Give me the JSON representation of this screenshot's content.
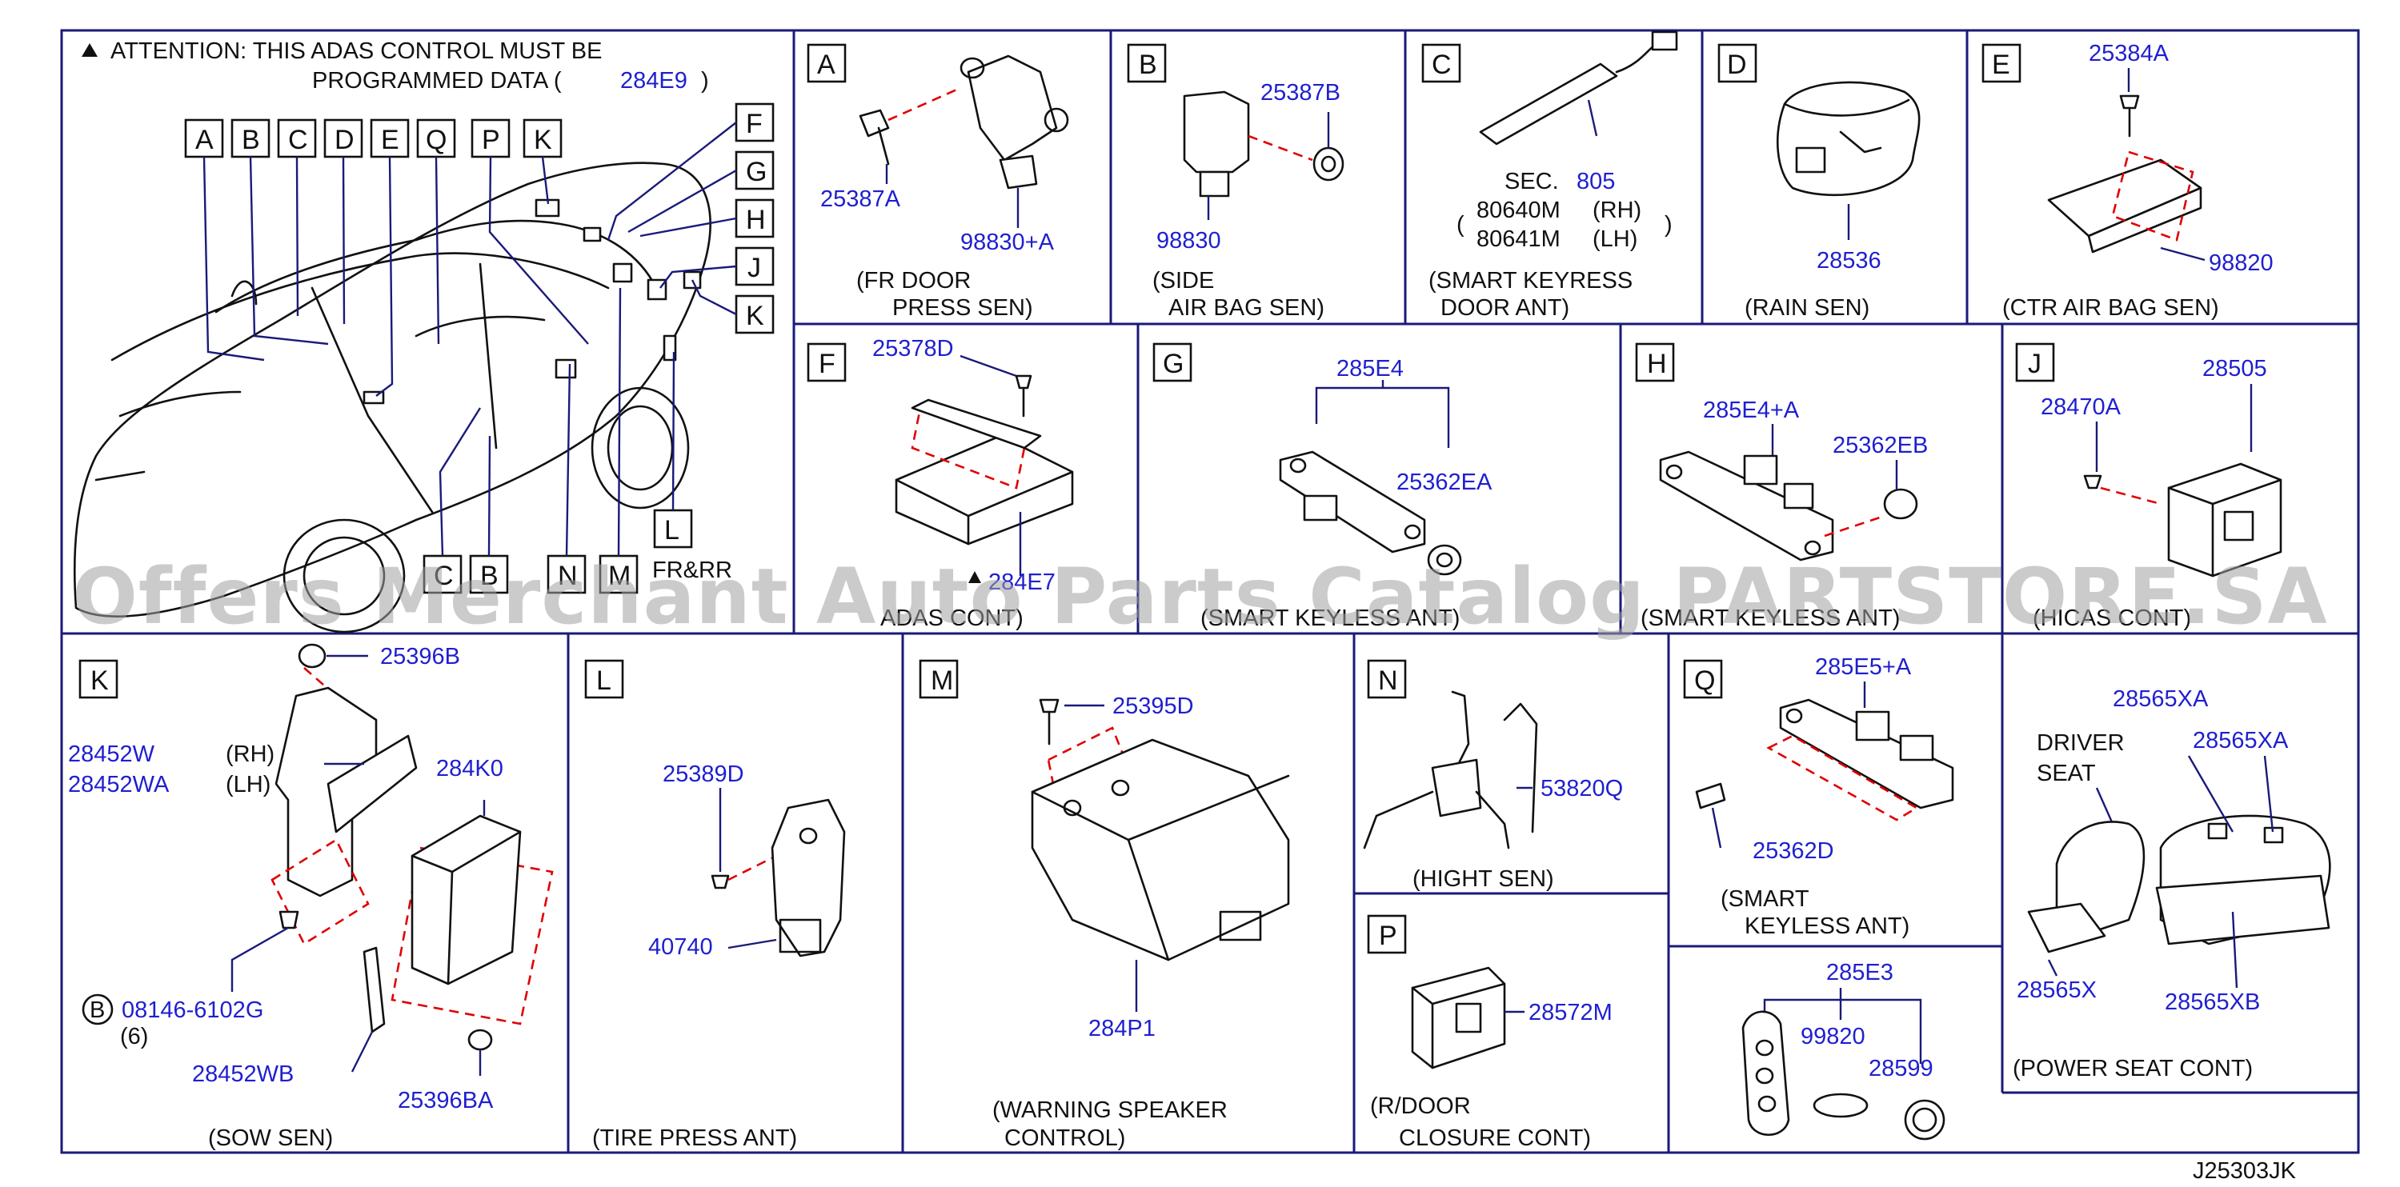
{
  "attention": {
    "line1": "ATTENTION:  THIS  ADAS  CONTROL  MUST  BE",
    "line2": "PROGRAMMED  DATA  (",
    "code": "284E9",
    "close": ")"
  },
  "overview": {
    "top_letters": [
      "A",
      "B",
      "C",
      "D",
      "E",
      "Q",
      "P",
      "K"
    ],
    "right_letters": [
      "F",
      "G",
      "H",
      "J",
      "K"
    ],
    "bottom_letters": [
      "C",
      "B",
      "N",
      "M",
      "L"
    ],
    "frrr": "FR&RR"
  },
  "panels": {
    "A": {
      "letter": "A",
      "parts": [
        "25387A",
        "98830+A"
      ],
      "caption": [
        "(FR  DOOR",
        "PRESS  SEN)"
      ]
    },
    "B": {
      "letter": "B",
      "parts": [
        "25387B",
        "98830"
      ],
      "caption": [
        "(SIDE",
        "AIR  BAG  SEN)"
      ]
    },
    "C": {
      "letter": "C",
      "sec": "SEC.",
      "sec_num": "805",
      "lines": [
        "80640M",
        "80641M"
      ],
      "sides": [
        "(RH)",
        "(LH)"
      ],
      "caption": [
        "(SMART  KEYRESS",
        "DOOR  ANT)"
      ]
    },
    "D": {
      "letter": "D",
      "parts": [
        "28536"
      ],
      "caption": [
        "(RAIN  SEN)"
      ]
    },
    "E": {
      "letter": "E",
      "parts": [
        "25384A",
        "98820"
      ],
      "caption": [
        "(CTR  AIR  BAG  SEN)"
      ]
    },
    "F": {
      "letter": "F",
      "parts": [
        "25378D",
        "284E7"
      ],
      "caption": [
        "ADAS  CONT)"
      ]
    },
    "G": {
      "letter": "G",
      "parts": [
        "285E4",
        "25362EA"
      ],
      "caption": [
        "(SMART  KEYLESS  ANT)"
      ]
    },
    "H": {
      "letter": "H",
      "parts": [
        "285E4+A",
        "25362EB"
      ],
      "caption": [
        "(SMART  KEYLESS  ANT)"
      ]
    },
    "J": {
      "letter": "J",
      "parts": [
        "28470A",
        "28505"
      ],
      "caption": [
        "(HICAS  CONT)"
      ]
    },
    "K": {
      "letter": "K",
      "parts": [
        "25396B",
        "28452W",
        "28452WA",
        "284K0",
        "08146-6102G",
        "28452WB",
        "25396BA"
      ],
      "sides": [
        "(RH)",
        "(LH)"
      ],
      "qty": "(6)",
      "bolt": "B",
      "caption": [
        "(SOW  SEN)"
      ]
    },
    "L": {
      "letter": "L",
      "parts": [
        "25389D",
        "40740"
      ],
      "caption": [
        "(TIRE  PRESS  ANT)"
      ]
    },
    "M": {
      "letter": "M",
      "parts": [
        "25395D",
        "284P1"
      ],
      "caption": [
        "(WARNING  SPEAKER",
        "CONTROL)"
      ]
    },
    "N": {
      "letter": "N",
      "parts": [
        "53820Q"
      ],
      "caption": [
        "(HIGHT  SEN)"
      ]
    },
    "P": {
      "letter": "P",
      "parts": [
        "28572M"
      ],
      "caption": [
        "(R/DOOR",
        "CLOSURE  CONT)"
      ]
    },
    "Q": {
      "letter": "Q",
      "parts": [
        "285E5+A",
        "25362D"
      ],
      "caption": [
        "(SMART",
        "KEYLESS  ANT)"
      ]
    },
    "KEY": {
      "parts": [
        "285E3",
        "99820",
        "28599"
      ]
    },
    "SEAT": {
      "parts": [
        "28565XA",
        "28565XA",
        "28565X",
        "28565XB"
      ],
      "driver": [
        "DRIVER",
        "SEAT"
      ],
      "caption": [
        "(POWER  SEAT  CONT)"
      ]
    }
  },
  "footer_code": "J25303JK",
  "watermark": "Offers Merchant Auto Parts Catalog PARTSTORE.SA",
  "colors": {
    "line": "#1a1a7a",
    "part": "#1f1fd0",
    "text": "#111111",
    "dash": "#e00000"
  }
}
